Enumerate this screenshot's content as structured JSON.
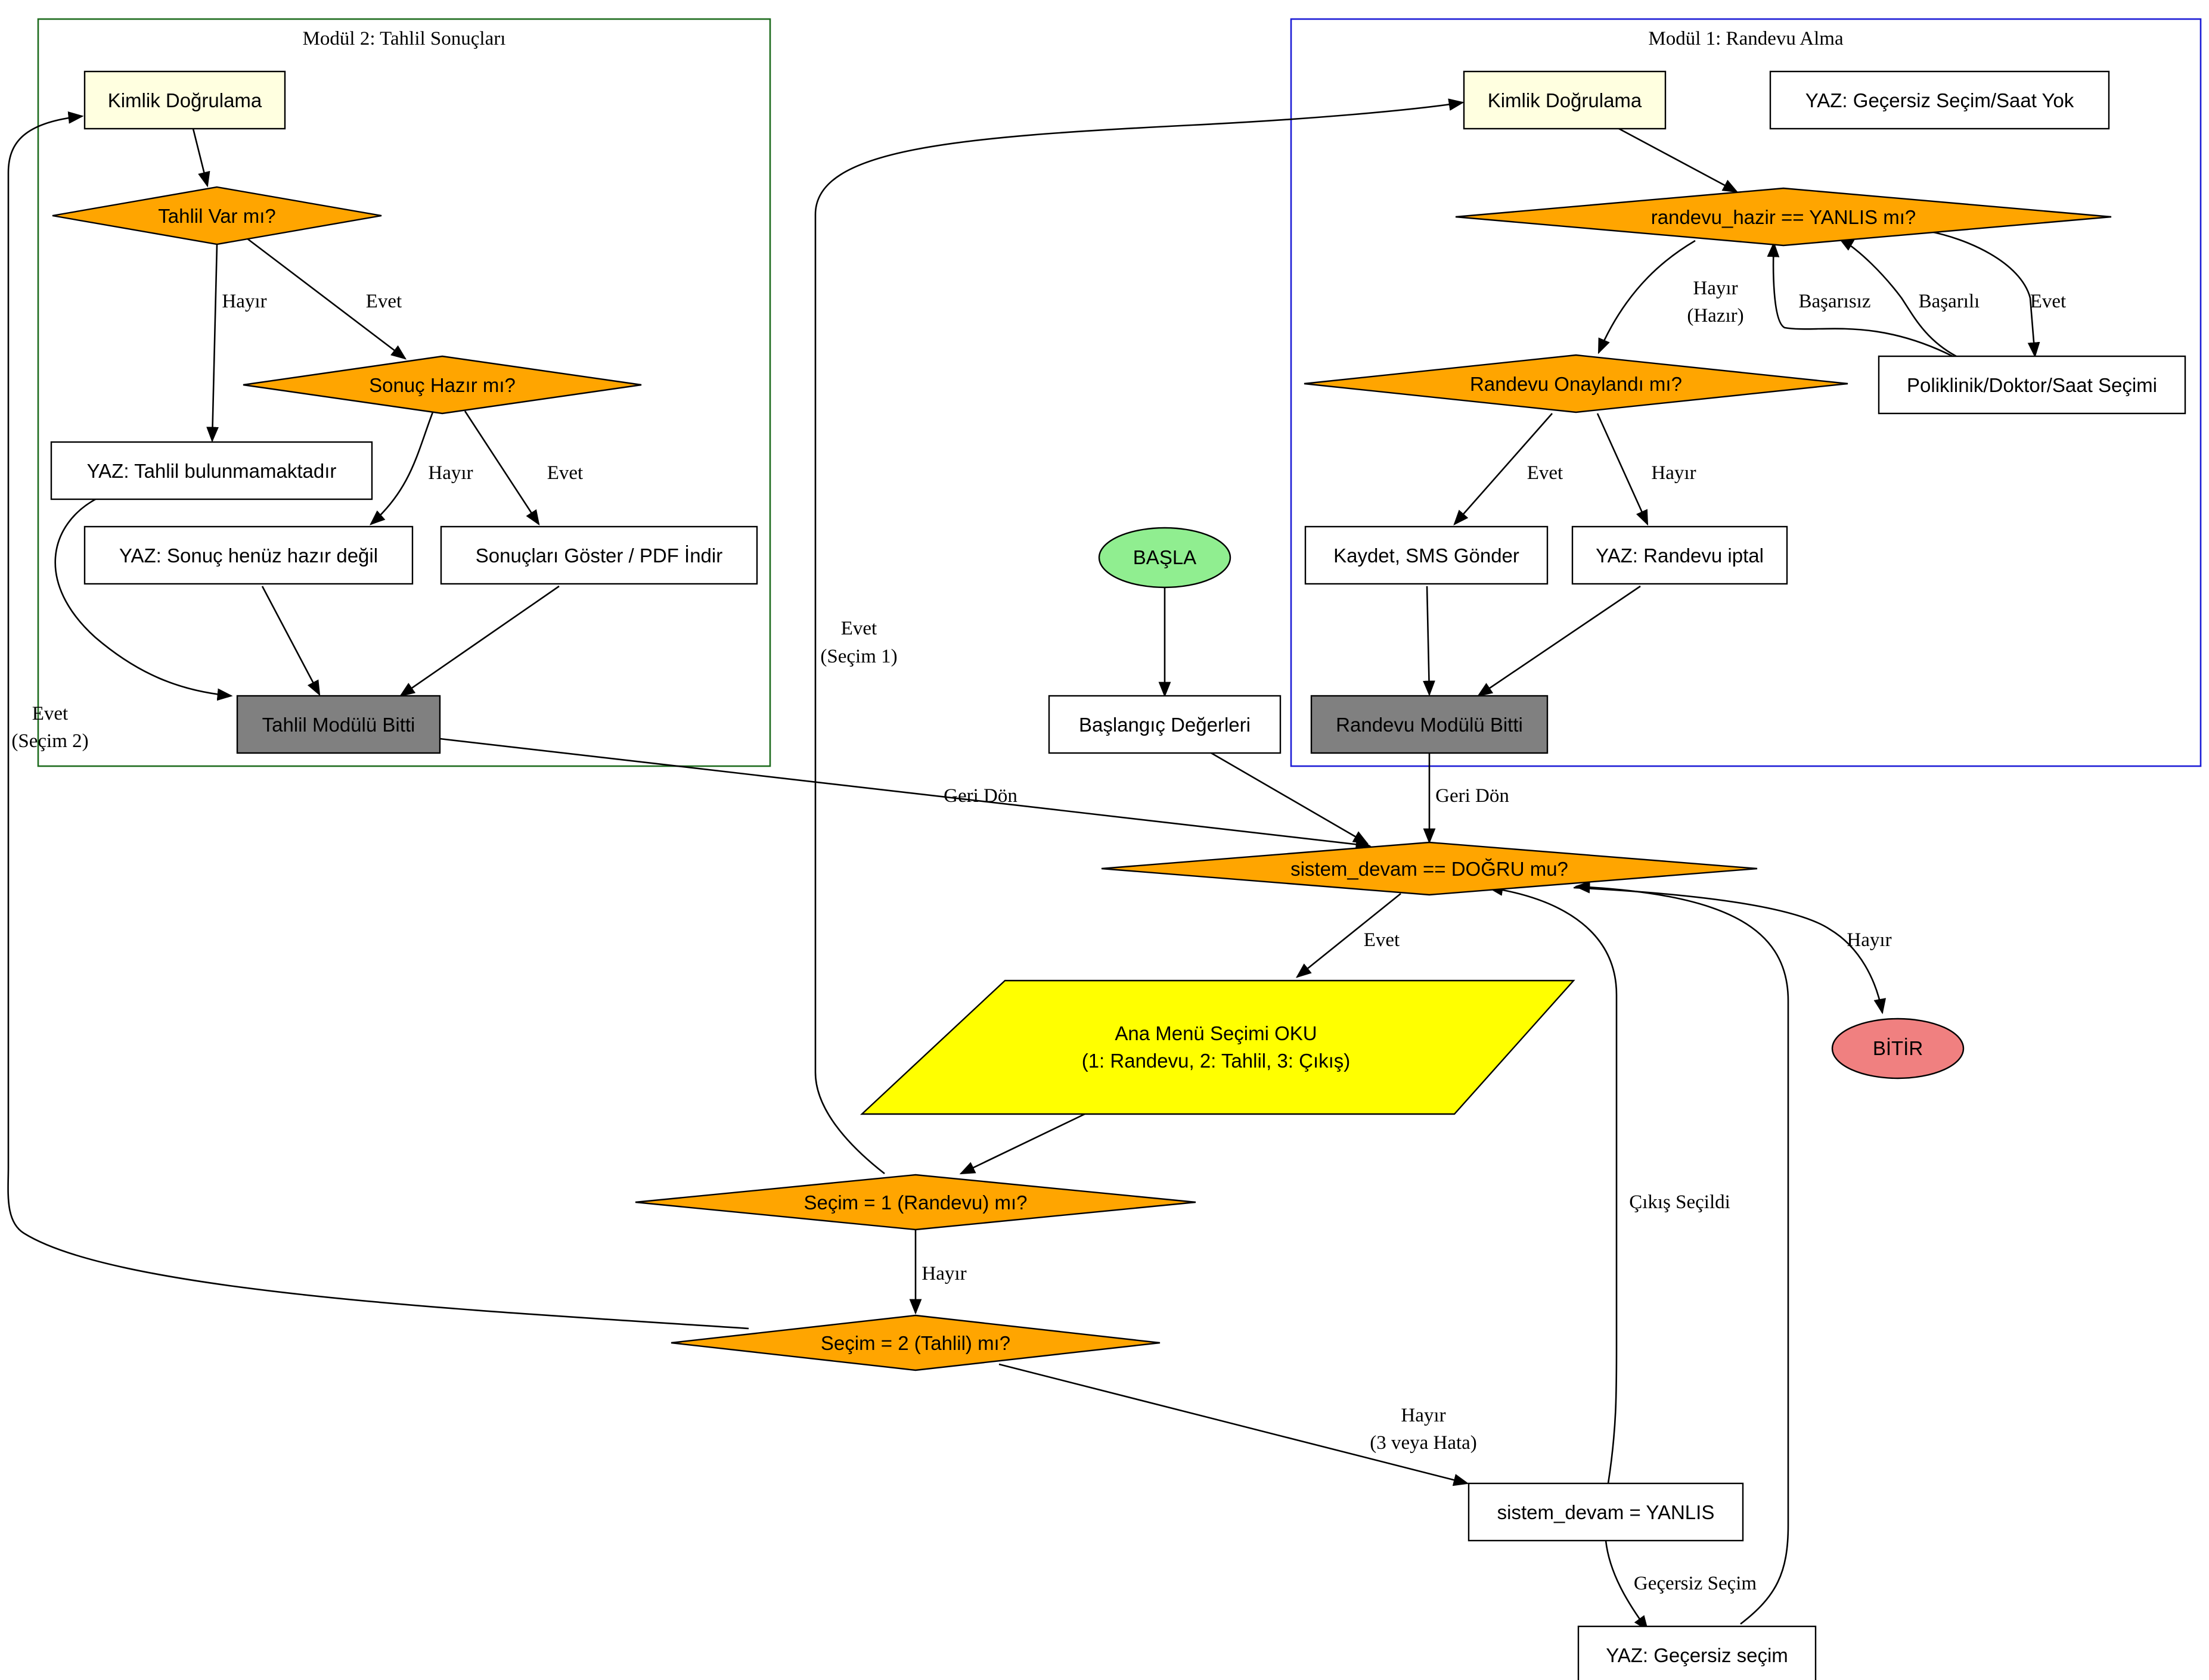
{
  "clusters": {
    "module1": {
      "label": "Modül 1: Randevu Alma",
      "border_color": "#1c1cd6"
    },
    "module2": {
      "label": "Modül 2: Tahlil Sonuçları",
      "border_color": "#1d6b1d"
    }
  },
  "colors": {
    "decision": "#ffa500",
    "start": "#90ee90",
    "end": "#f08080",
    "auth": "#ffffe0",
    "input": "#ffff00",
    "module_end": "#808080",
    "process": "#ffffff"
  },
  "nodes": {
    "start": "BAŞLA",
    "init": "Başlangıç Değerleri",
    "loop_check": "sistem_devam == DOĞRU mu?",
    "menu_read": [
      "Ana Menü Seçimi OKU",
      "(1: Randevu, 2: Tahlil, 3: Çıkış)"
    ],
    "choice1": "Seçim = 1 (Randevu) mı?",
    "choice2": "Seçim = 2 (Tahlil) mı?",
    "set_false": "sistem_devam = YANLIS",
    "invalid": "YAZ: Geçersiz seçim",
    "end": "BİTİR",
    "m1_auth": "Kimlik Doğrulama",
    "m1_invalid_slot": "YAZ: Geçersiz Seçim/Saat Yok",
    "m1_ready": "randevu_hazir == YANLIS mı?",
    "m1_select": "Poliklinik/Doktor/Saat Seçimi",
    "m1_confirmed": "Randevu Onaylandı mı?",
    "m1_save": "Kaydet, SMS Gönder",
    "m1_cancel": "YAZ: Randevu iptal",
    "m1_done": "Randevu Modülü Bitti",
    "m2_auth": "Kimlik Doğrulama",
    "m2_has_test": "Tahlil Var mı?",
    "m2_result_ready": "Sonuç Hazır mı?",
    "m2_not_found": "YAZ: Tahlil bulunmamaktadır",
    "m2_not_ready": "YAZ: Sonuç henüz hazır değil",
    "m2_show": "Sonuçları Göster / PDF İndir",
    "m2_done": "Tahlil Modülü Bitti"
  },
  "edges": {
    "m1_back": "Geri Dön",
    "m2_back": "Geri Dön",
    "loop_yes": "Evet",
    "loop_no": "Hayır",
    "choice1_yes": [
      "Evet",
      "(Seçim 1)"
    ],
    "choice1_no": "Hayır",
    "choice2_yes": [
      "Evet",
      "(Seçim 2)"
    ],
    "choice2_no": [
      "Hayır",
      "(3 veya Hata)"
    ],
    "exit_selected": "Çıkış Seçildi",
    "invalid_choice": "Geçersiz Seçim",
    "m1_not_ready": [
      "Hayır",
      "(Hazır)"
    ],
    "m1_fail": "Başarısız",
    "m1_success": "Başarılı",
    "m1_yes": "Evet",
    "m1_conf_yes": "Evet",
    "m1_conf_no": "Hayır",
    "m2_no": "Hayır",
    "m2_yes": "Evet",
    "m2_ready_no": "Hayır",
    "m2_ready_yes": "Evet"
  }
}
